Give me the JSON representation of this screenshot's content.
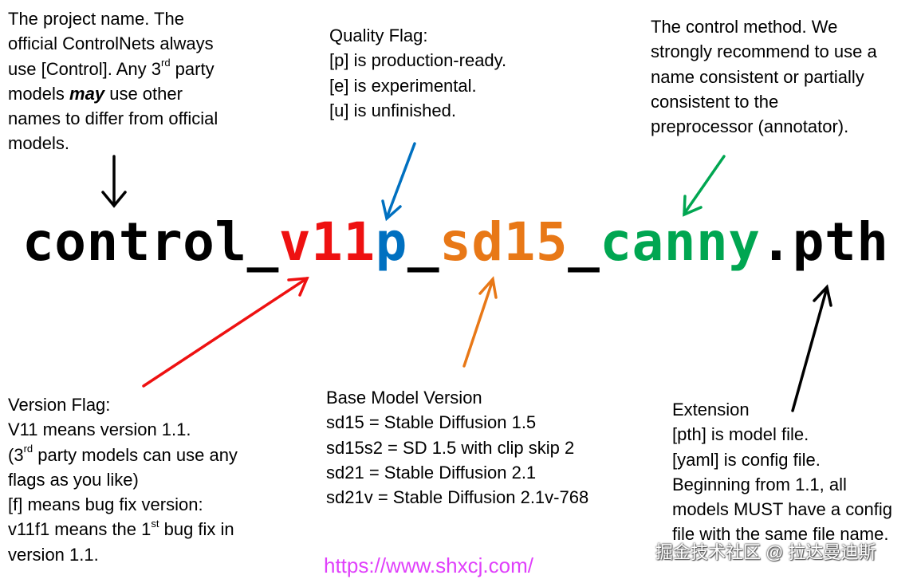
{
  "filename": {
    "parts": [
      {
        "text": "control_",
        "color": "#000000"
      },
      {
        "text": "v11",
        "color": "#ee1111"
      },
      {
        "text": "p",
        "color": "#0070c0"
      },
      {
        "text": "_",
        "color": "#000000"
      },
      {
        "text": "sd15",
        "color": "#e87817"
      },
      {
        "text": "_",
        "color": "#000000"
      },
      {
        "text": "canny",
        "color": "#00a651"
      },
      {
        "text": ".pth",
        "color": "#000000"
      }
    ]
  },
  "notes": {
    "project": {
      "l1": "The project name. The",
      "l2": "official ControlNets always",
      "l3a": "use [Control]. Any 3",
      "l3sup": "rd",
      "l3b": " party",
      "l4a": "models ",
      "l4em": "may",
      "l4b": " use other",
      "l5": "names to differ from official",
      "l6": "models."
    },
    "quality": {
      "l1": "Quality Flag:",
      "l2": "[p] is production-ready.",
      "l3": "[e] is experimental.",
      "l4": "[u] is unfinished."
    },
    "control": {
      "l1": "The control method. We",
      "l2": "strongly recommend to use a",
      "l3": "name consistent or partially",
      "l4": "consistent to the",
      "l5": "preprocessor (annotator)."
    },
    "version": {
      "l1": "Version Flag:",
      "l2": "V11 means version 1.1.",
      "l3a": "(3",
      "l3sup": "rd",
      "l3b": " party models can use any",
      "l4": "flags as you like)",
      "l5": "[f] means bug fix version:",
      "l6a": "v11f1 means the 1",
      "l6sup": "st",
      "l6b": " bug fix in",
      "l7": "version 1.1."
    },
    "base": {
      "l1": "Base Model Version",
      "l2": "sd15 = Stable Diffusion 1.5",
      "l3": "sd15s2 = SD 1.5 with clip skip 2",
      "l4": "sd21 = Stable Diffusion 2.1",
      "l5": "sd21v = Stable Diffusion 2.1v-768"
    },
    "extension": {
      "l1": "Extension",
      "l2": "[pth] is model file.",
      "l3": "[yaml] is config file.",
      "l4": "Beginning from 1.1, all",
      "l5": "models MUST have a config",
      "l6": "file with the same file name."
    }
  },
  "url": "https://www.shxcj.com/",
  "watermark": "掘金技术社区 @ 拉达曼迪斯",
  "colors": {
    "black": "#000000",
    "red": "#ee1111",
    "blue": "#0070c0",
    "orange": "#e87817",
    "green": "#00a651",
    "url": "#e040fb"
  }
}
